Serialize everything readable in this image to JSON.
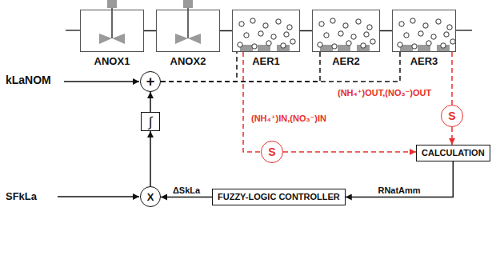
{
  "diagram": {
    "nodes": [
      {
        "text": [
          "ANOX1"
        ]
      },
      {
        "text": [
          "ANOX2"
        ]
      },
      {
        "text": [
          "AER1"
        ]
      },
      {
        "text": [
          "AER2"
        ]
      },
      {
        "text": [
          "AER3"
        ]
      },
      {
        "text": [
          "+"
        ]
      },
      {
        "text": [
          "∫"
        ]
      },
      {
        "text": [
          "S"
        ]
      },
      {
        "text": [
          "S"
        ]
      },
      {
        "text": [
          "CALCULATION"
        ]
      },
      {
        "text": [
          "X"
        ]
      },
      {
        "text": [
          "FUZZY-LOGIC CONTROLLER"
        ]
      }
    ],
    "edges": [
      {
        "from": 0,
        "to": 1,
        "arrow": "none"
      },
      {
        "from": 1,
        "to": 2,
        "arrow": "none"
      },
      {
        "from": 2,
        "to": 3,
        "arrow": "none"
      },
      {
        "from": 3,
        "to": 4,
        "arrow": "none"
      },
      {
        "from": 10,
        "to": 6,
        "arrow": "to"
      },
      {
        "from": 6,
        "to": 5,
        "arrow": "to"
      },
      {
        "from": 5,
        "to": 2,
        "arrow": "none"
      },
      {
        "from": 5,
        "to": 3,
        "arrow": "none"
      },
      {
        "from": 5,
        "to": 4,
        "arrow": "none"
      },
      {
        "from": 2,
        "to": 8,
        "arrow": "none"
      },
      {
        "from": 4,
        "to": 7,
        "arrow": "none"
      },
      {
        "from": 8,
        "to": 9,
        "arrow": "to"
      },
      {
        "from": 7,
        "to": 9,
        "arrow": "to"
      },
      {
        "from": 9,
        "to": 11,
        "label": "RNatAmm",
        "arrow": "to"
      },
      {
        "from": 11,
        "to": 10,
        "label": "ΔSkLa",
        "arrow": "to"
      }
    ],
    "labels": [
      "kLaNOM",
      "SFkLa",
      "(NH₄⁺)IN,(NO₃⁻)IN",
      "(NH₄⁺)OUT,(NO₃⁻)OUT"
    ]
  }
}
